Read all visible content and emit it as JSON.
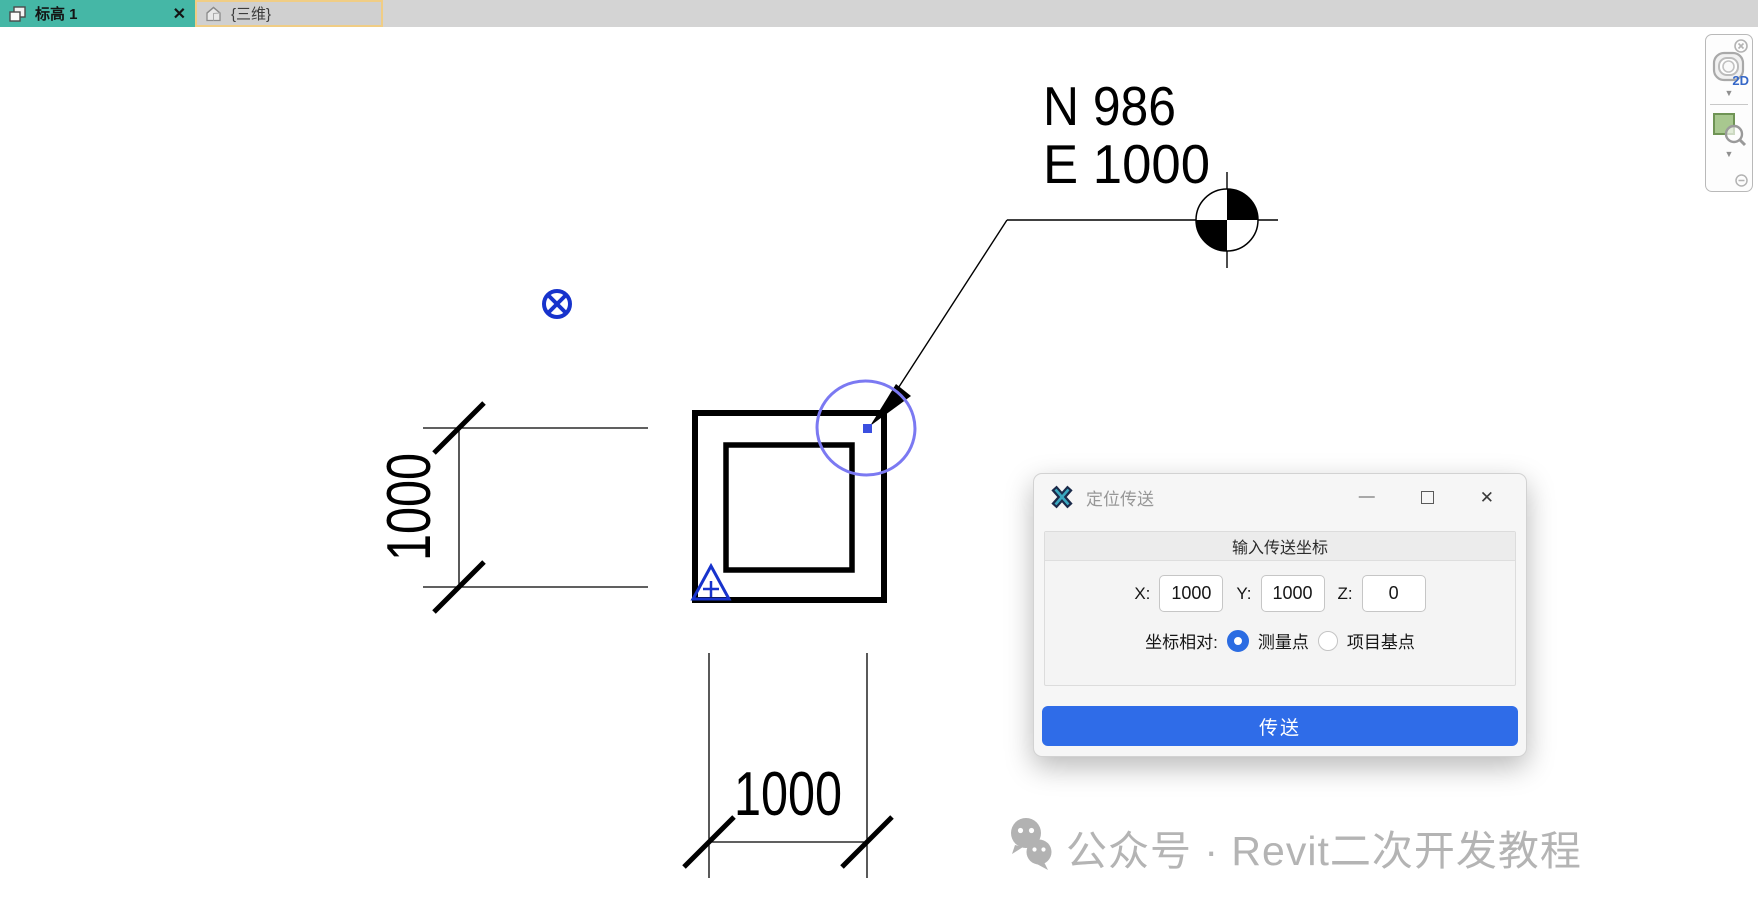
{
  "colors": {
    "active_tab_teal": "#45b7a6",
    "tab_highlight_border": "#f0cd85",
    "cad_annotation_blue": "#1733cc",
    "selection_sketch_blue": "#7b79f2",
    "dialog_accent_blue": "#2f6ce8",
    "radio_selected_blue": "#2b6ce2",
    "watermark_gray": "#b4b4b4",
    "zoom_icon_green": "#a8c88f"
  },
  "tab_bar": {
    "tabs": [
      {
        "label": "标高 1",
        "close_glyph": "✕",
        "active": true
      },
      {
        "label": "{三维}",
        "active": false
      }
    ]
  },
  "canvas": {
    "survey_point": {
      "label_line1": "N 986",
      "label_line2": "E 1000"
    },
    "dimensions": {
      "vertical": "1000",
      "horizontal": "1000"
    }
  },
  "navigation_bar": {
    "wheel_label": "2D",
    "dropdown_glyph": "▼"
  },
  "dialog": {
    "title": "定位传送",
    "window_controls": {
      "minimize_glyph": "—",
      "close_glyph": "✕"
    },
    "group_title": "输入传送坐标",
    "coords": {
      "x_label": "X:",
      "x_value": "1000",
      "y_label": "Y:",
      "y_value": "1000",
      "z_label": "Z:",
      "z_value": "0"
    },
    "radio_label": "坐标相对:",
    "radio_options": [
      {
        "label": "测量点",
        "selected": true
      },
      {
        "label": "项目基点",
        "selected": false
      }
    ],
    "submit_label": "传送"
  },
  "watermark": {
    "text": "公众号 · Revit二次开发教程"
  }
}
